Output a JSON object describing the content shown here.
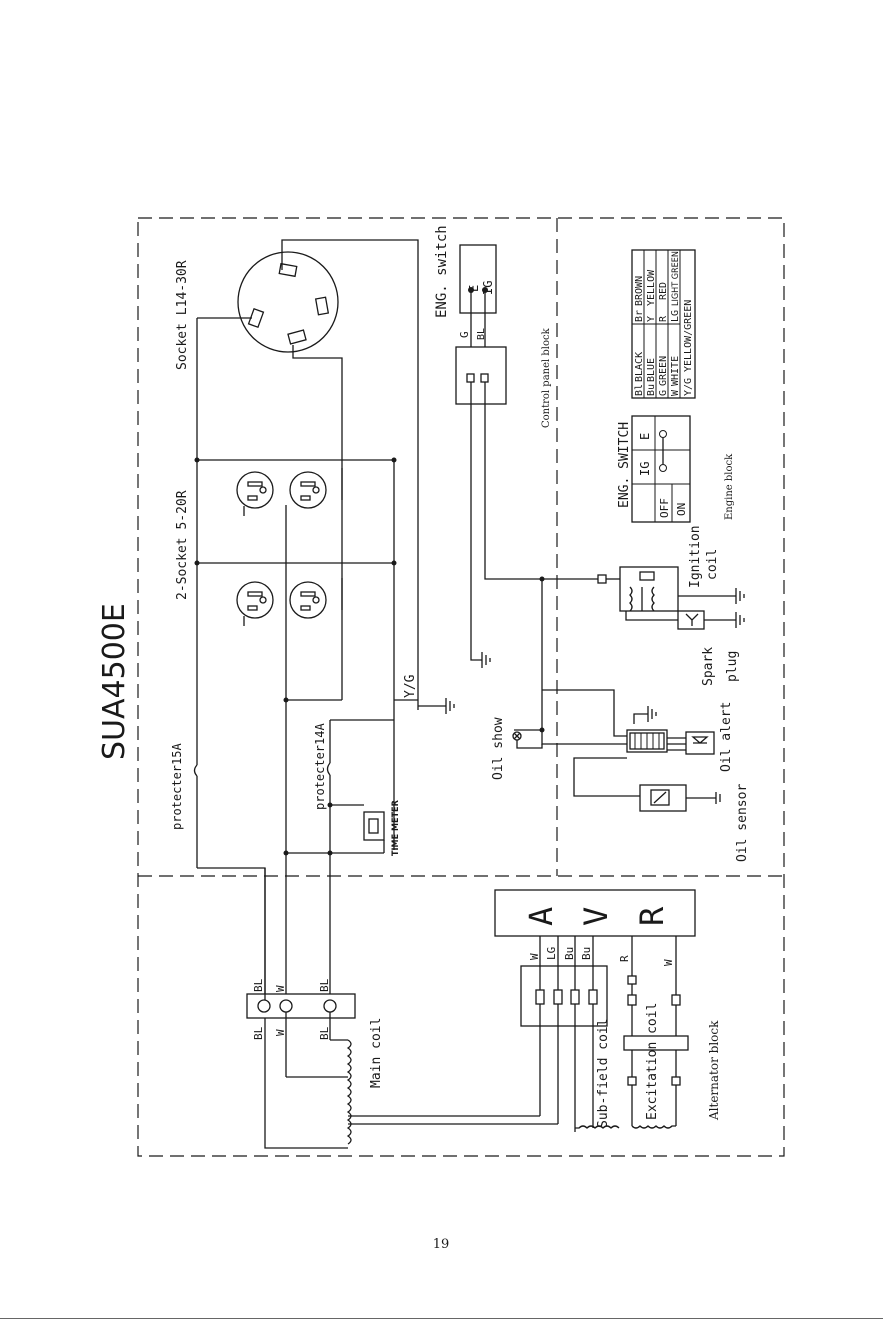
{
  "title": "SUA4500E",
  "page_number": "19",
  "blocks": {
    "control_panel": "Control panel block",
    "engine": "Engine block",
    "alternator": "Alternator block"
  },
  "components": {
    "socket_l14": "Socket L14-30R",
    "socket_520": "2-Socket 5-20R",
    "eng_switch": "ENG. switch",
    "protecter15": "protecter15A",
    "protecter14": "protecter14A",
    "time_meter": "TIME METER",
    "yg": "Y/G",
    "oil_show": "Oil show",
    "oil_alert": "Oil alert",
    "oil_sensor": "Oil sensor",
    "ignition": "Ignition",
    "coil": "coil",
    "spark": "Spark",
    "plug": "plug",
    "main_coil": "Main coil",
    "sub_field_coil": "Sub-field coil",
    "excitation_coil": "Excitation coil"
  },
  "switch_labels": {
    "e": "E",
    "ig": "IG",
    "g": "G",
    "bl": "BL"
  },
  "switch_table": {
    "title": "ENG. SWITCH",
    "col_ig": "IG",
    "col_e": "E",
    "row_off": "OFF",
    "row_on": "ON"
  },
  "wire_labels": {
    "bl": "BL",
    "w": "W",
    "lg": "LG",
    "bu": "Bu",
    "r": "R"
  },
  "avr_symbols": [
    "A",
    "V",
    "R"
  ],
  "color_legend": [
    {
      "code": "Bl",
      "name": "BLACK"
    },
    {
      "code": "Bu",
      "name": "BLUE"
    },
    {
      "code": "G",
      "name": "GREEN"
    },
    {
      "code": "W",
      "name": "WHITE"
    },
    {
      "code": "Y/G",
      "name": "YELLOW/GREEN"
    },
    {
      "code": "Br",
      "name": "BROWN"
    },
    {
      "code": "Y",
      "name": "YELLOW"
    },
    {
      "code": "R",
      "name": "RED"
    },
    {
      "code": "LG",
      "name": "LIGHT GREEN"
    }
  ]
}
